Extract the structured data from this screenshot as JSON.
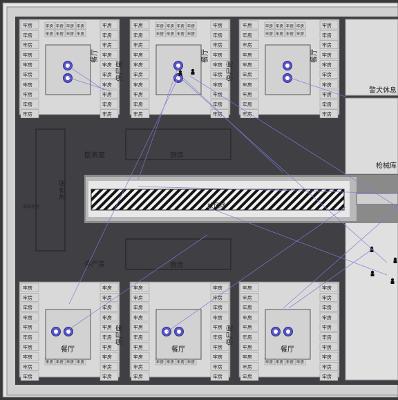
{
  "labels": {
    "cell": "牢房",
    "dining": "餐厅",
    "morgue": "停尸房",
    "kitchen": "厨房",
    "infirmary": "医务室",
    "laundry": "洗衣房",
    "laundry_small": "洗衣机组",
    "kennel": "警犬休息",
    "armory": "枪械库",
    "yard": "放风场"
  },
  "colors": {
    "background": "#2b2b2b",
    "wall": "#3f3f44",
    "floor": "#d9d9d9",
    "cell_tile": "#d6d6d6",
    "table_icon": "#5a57c8",
    "path_lines": "#7b7bd8"
  },
  "icons": {
    "table": "round-table-icon",
    "guard": "guard-icon",
    "dog": "dog-icon"
  }
}
